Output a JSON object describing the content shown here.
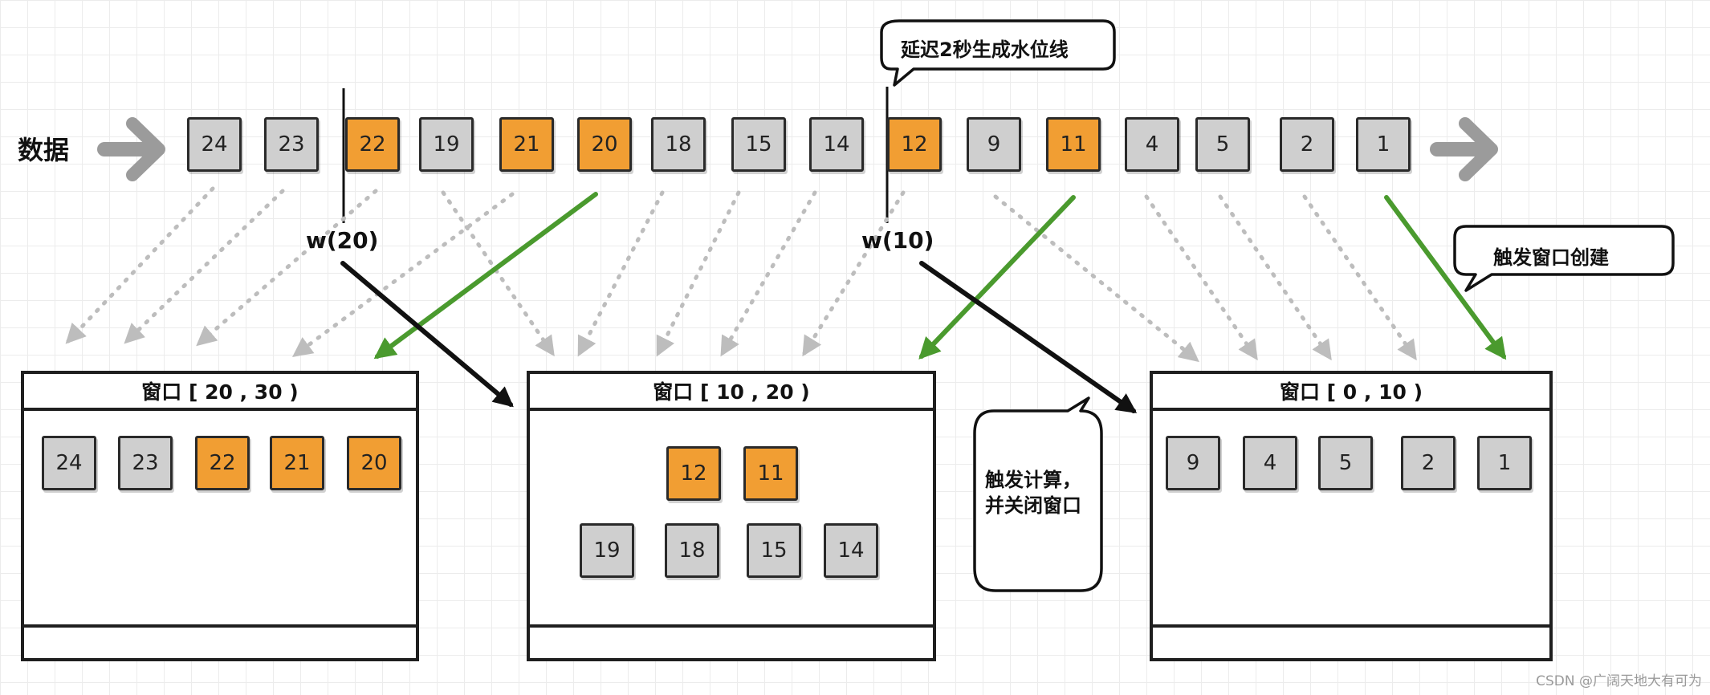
{
  "stream": {
    "label": "数据",
    "elements": [
      {
        "value": "24",
        "color": "gray"
      },
      {
        "value": "23",
        "color": "gray"
      },
      {
        "value": "22",
        "color": "orange"
      },
      {
        "value": "19",
        "color": "gray"
      },
      {
        "value": "21",
        "color": "orange"
      },
      {
        "value": "20",
        "color": "orange"
      },
      {
        "value": "18",
        "color": "gray"
      },
      {
        "value": "15",
        "color": "gray"
      },
      {
        "value": "14",
        "color": "gray"
      },
      {
        "value": "12",
        "color": "orange"
      },
      {
        "value": "9",
        "color": "gray"
      },
      {
        "value": "11",
        "color": "orange"
      },
      {
        "value": "4",
        "color": "gray"
      },
      {
        "value": "5",
        "color": "gray"
      },
      {
        "value": "2",
        "color": "gray"
      },
      {
        "value": "1",
        "color": "gray"
      }
    ]
  },
  "watermarks": [
    {
      "label": "w(20)"
    },
    {
      "label": "w(10)"
    }
  ],
  "windows": [
    {
      "title": "窗口 [ 20 , 30 )",
      "elements": [
        {
          "value": "24",
          "color": "gray"
        },
        {
          "value": "23",
          "color": "gray"
        },
        {
          "value": "22",
          "color": "orange"
        },
        {
          "value": "21",
          "color": "orange"
        },
        {
          "value": "20",
          "color": "orange"
        }
      ]
    },
    {
      "title": "窗口 [ 10 , 20 )",
      "elements": [
        {
          "value": "12",
          "color": "orange"
        },
        {
          "value": "11",
          "color": "orange"
        },
        {
          "value": "19",
          "color": "gray"
        },
        {
          "value": "18",
          "color": "gray"
        },
        {
          "value": "15",
          "color": "gray"
        },
        {
          "value": "14",
          "color": "gray"
        }
      ]
    },
    {
      "title": "窗口 [ 0 , 10 )",
      "elements": [
        {
          "value": "9",
          "color": "gray"
        },
        {
          "value": "4",
          "color": "gray"
        },
        {
          "value": "5",
          "color": "gray"
        },
        {
          "value": "2",
          "color": "gray"
        },
        {
          "value": "1",
          "color": "gray"
        }
      ]
    }
  ],
  "bubbles": {
    "delay": "延迟2秒生成水位线",
    "create": "触发窗口创建",
    "fire": "触发计算，并关闭窗口"
  },
  "credit": "CSDN @广阔天地大有可为",
  "colors": {
    "gray": "#cfcfcf",
    "orange": "#f19e33",
    "green_arrow": "#4a9a2e",
    "black_arrow": "#111111",
    "dotted_arrow": "#bdbdbd",
    "big_arrow": "#9b9b9b"
  }
}
